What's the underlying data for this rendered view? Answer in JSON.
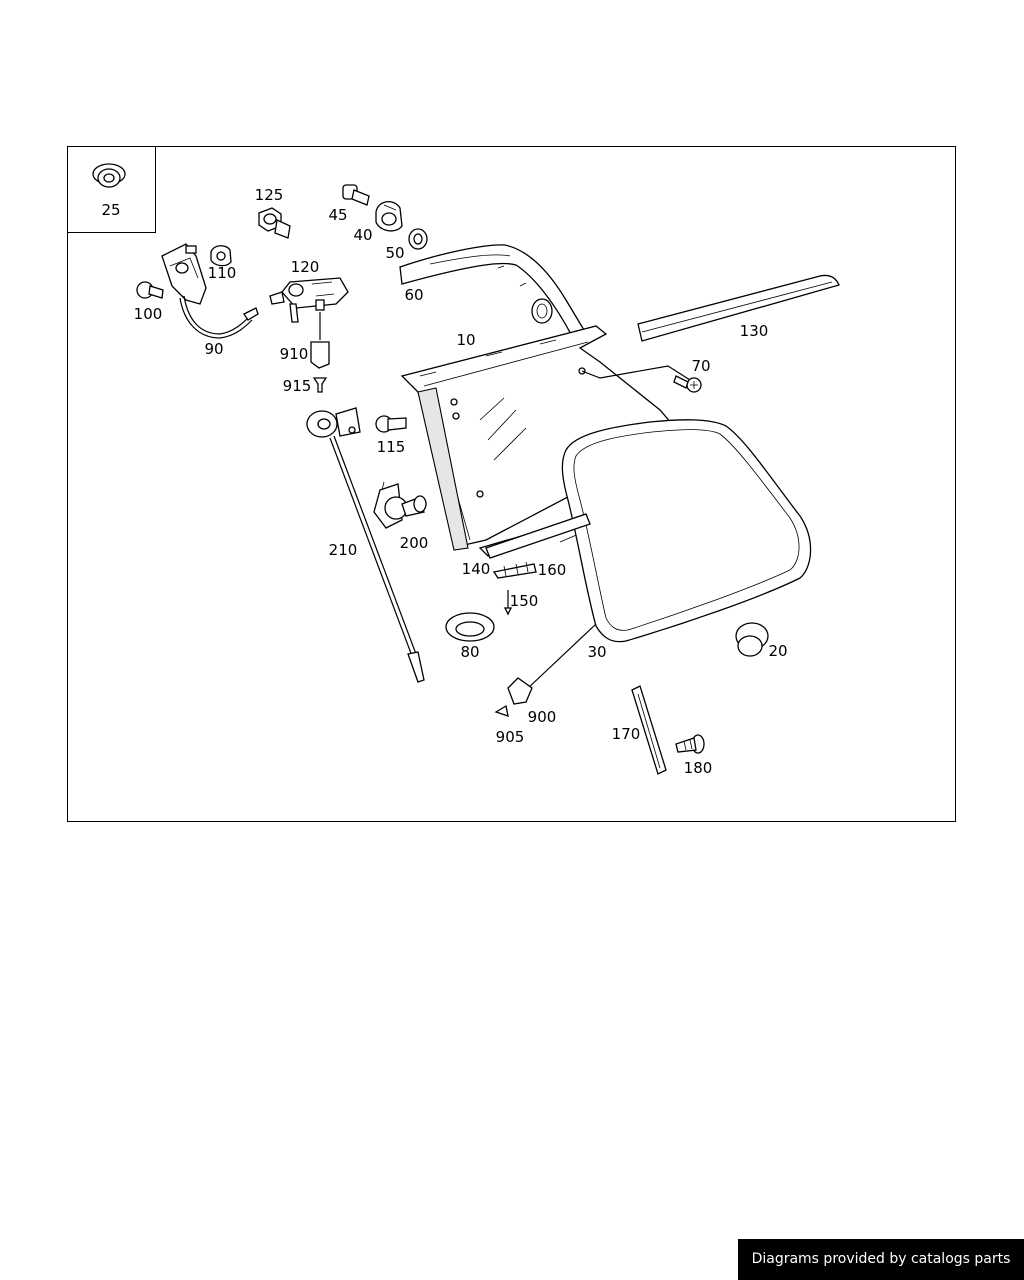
{
  "labels": {
    "l25": "25",
    "l125": "125",
    "l45": "45",
    "l40": "40",
    "l50": "50",
    "l60": "60",
    "l110": "110",
    "l120": "120",
    "l100": "100",
    "l90": "90",
    "l910": "910",
    "l915": "915",
    "l10": "10",
    "l130": "130",
    "l70": "70",
    "l115": "115",
    "l210": "210",
    "l200": "200",
    "l140": "140",
    "l160": "160",
    "l150": "150",
    "l80": "80",
    "l30": "30",
    "l20": "20",
    "l900": "900",
    "l905": "905",
    "l170": "170",
    "l180": "180"
  },
  "footer": {
    "credit": "Diagrams provided by catalogs parts"
  }
}
